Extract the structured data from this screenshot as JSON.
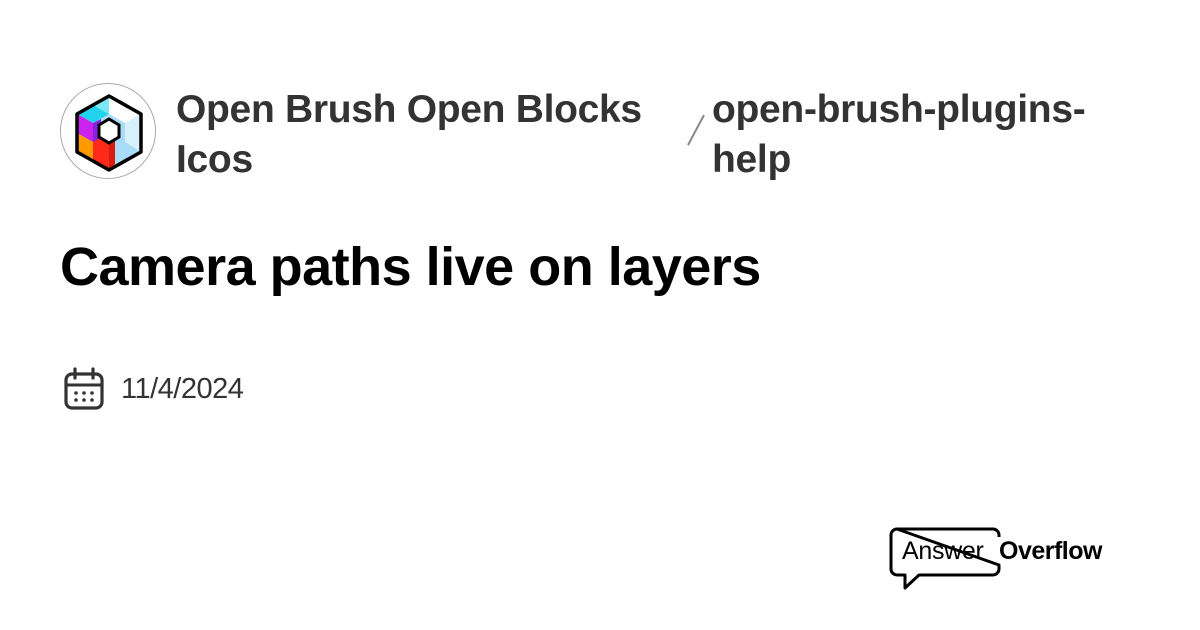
{
  "header": {
    "server_name": "Open Brush Open Blocks Icos",
    "separator": "/",
    "channel_name": "open-brush-plugins-help"
  },
  "thread": {
    "title": "Camera paths live on layers",
    "date": "11/4/2024"
  },
  "icons": {
    "server_icon": "hexagon-cube-logo-icon",
    "date_icon": "calendar-icon",
    "brand_icon": "speech-bubble-icon"
  },
  "brand": {
    "part1": "Answer",
    "part2": "Overflow"
  },
  "colors": {
    "background": "#ffffff",
    "title": "#000000",
    "text": "#333333",
    "separator": "#888888",
    "logo_cyan": "#22d3ee",
    "logo_magenta": "#cc22ee",
    "logo_orange": "#ff9900",
    "logo_red": "#ff2a1a",
    "logo_lightblue": "#a9dcf7"
  }
}
